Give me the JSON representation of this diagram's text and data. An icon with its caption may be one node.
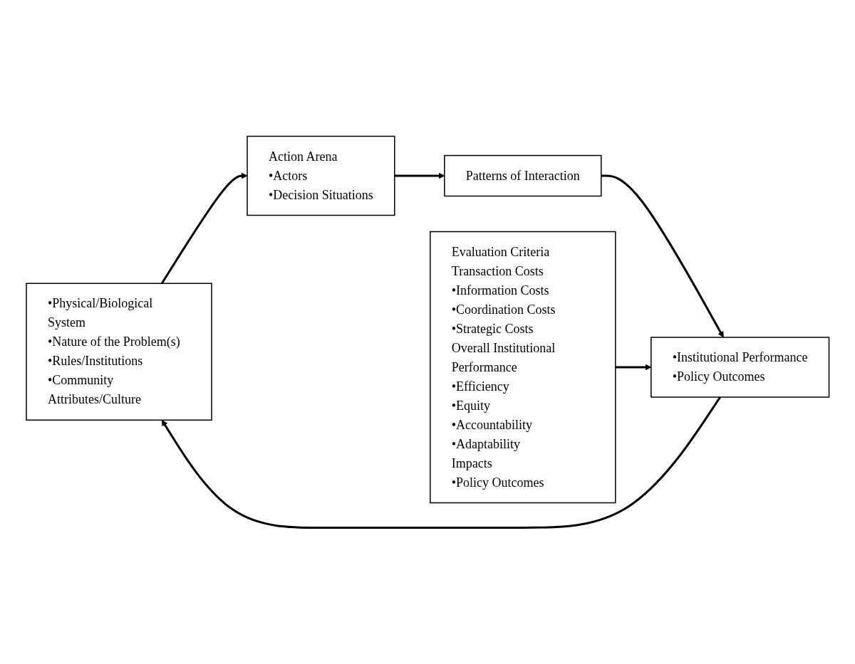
{
  "diagram": {
    "nodes": [
      {
        "text": [
          "•Physical/Biological System",
          "•Nature of the Problem(s)",
          "•Rules/Institutions",
          "•Community Attributes/Culture"
        ]
      },
      {
        "text": [
          "Action Arena",
          "•Actors",
          "•Decision Situations"
        ]
      },
      {
        "text": [
          "Patterns of Interaction"
        ]
      },
      {
        "text": [
          "•Institutional Performance",
          "•Policy Outcomes"
        ]
      },
      {
        "text": [
          "Evaluation Criteria",
          "Transaction Costs",
          "•Information Costs",
          "•Coordination Costs",
          "•Strategic Costs",
          "Overall Institutional Performance",
          "•Efficiency",
          "•Equity",
          "•Accountability",
          "•Adaptability",
          "Impacts",
          "•Policy Outcomes"
        ]
      }
    ],
    "edges": [
      {
        "from": 0,
        "to": 1,
        "arrow": "to"
      },
      {
        "from": 1,
        "to": 2,
        "arrow": "to"
      },
      {
        "from": 2,
        "to": 3,
        "arrow": "to"
      },
      {
        "from": 3,
        "to": 0,
        "arrow": "to"
      },
      {
        "from": 4,
        "to": 3,
        "arrow": "to"
      }
    ]
  }
}
